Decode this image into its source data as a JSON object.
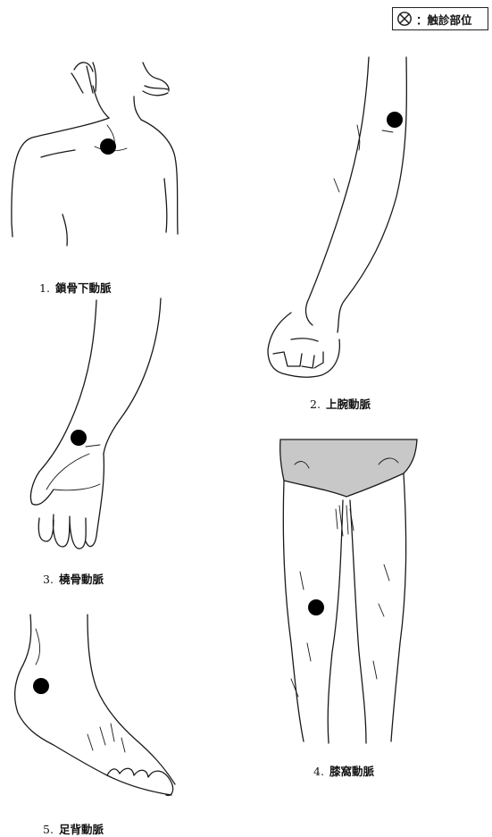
{
  "legend": {
    "symbol": "palpation-marker",
    "label": "：触診部位"
  },
  "figures": [
    {
      "number": "1.",
      "label": "鎖骨下動脈"
    },
    {
      "number": "2.",
      "label": "上腕動脈"
    },
    {
      "number": "3.",
      "label": "橈骨動脈"
    },
    {
      "number": "4.",
      "label": "膝窩動脈"
    },
    {
      "number": "5.",
      "label": "足背動脈"
    }
  ],
  "colors": {
    "line": "#1a1a1a",
    "clothing": "#c8c8c8",
    "background": "#ffffff"
  }
}
